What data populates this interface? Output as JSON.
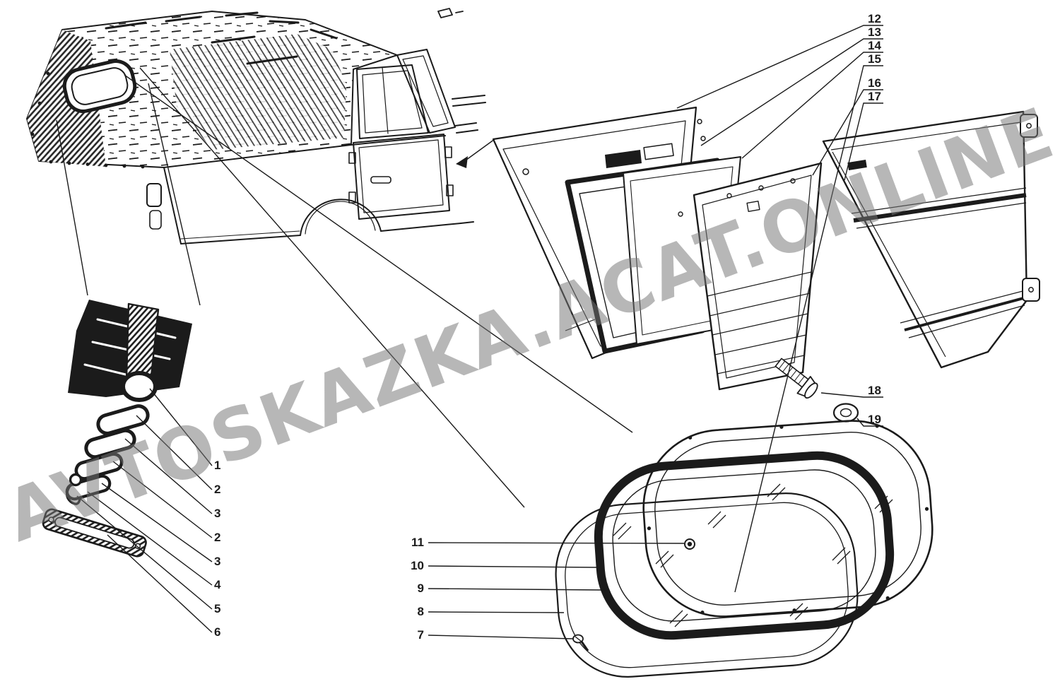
{
  "colors": {
    "background": "#ffffff",
    "ink": "#1b1b1b",
    "watermark": "#767676"
  },
  "watermark": {
    "text": "AVTOSKAZKA.ACAT.ONLINE"
  },
  "callouts": {
    "right_top": [
      "12",
      "13",
      "14",
      "15",
      "16",
      "17"
    ],
    "right_mid": [
      "18",
      "19"
    ],
    "left": [
      "1",
      "2",
      "3",
      "2",
      "3",
      "4",
      "5",
      "6"
    ],
    "bottom": [
      "11",
      "10",
      "9",
      "8",
      "7"
    ]
  }
}
